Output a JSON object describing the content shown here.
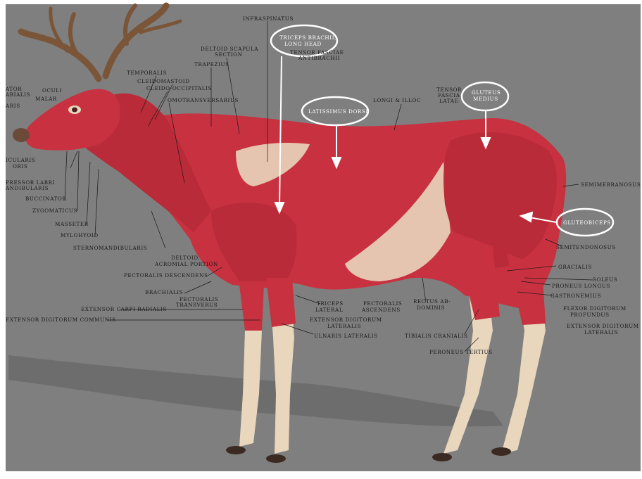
{
  "background_color": "#7f7f7f",
  "muscle_color": "#c8313f",
  "bone_color": "#e8d6bd",
  "highlight_color": "#ffffff",
  "labels": {
    "infraspinatus": "INFRASPINATUS",
    "deltoid_scapula": [
      "DELTOID SCAPULA",
      "SECTION"
    ],
    "trapezius": "TRAPEZIUS",
    "tensor_fasciae_antibrachii": [
      "TENSOR FASCIAE",
      "ANTIBRACHII"
    ],
    "temporalis": "TEMPORALIS",
    "cleidomastoid": "CLEIDOMASTOID",
    "cleido_occipitalis": "CLEIDO-OCCIPITALIS",
    "omotransversarius": "OMOTRANSVERSARIUS",
    "levator_nasolabialis": [
      "ATOR",
      "ABIALIS"
    ],
    "oculi": [
      "OCULI",
      "MALAR"
    ],
    "zygomaticus_edge": "ARIS",
    "orbicularis_oris": [
      "ICULARIS",
      "ORIS"
    ],
    "depressor_labii": [
      "PRESSOR LABRI",
      "ANDIBULARIS"
    ],
    "buccinator": "BUCCINATOR",
    "zygomaticus": "ZYGOMATICUS",
    "masseter": "MASSETER",
    "mylohyoid": "MYLOHYOID",
    "sternomandibularis": "STERNOMANDIBULARIS",
    "deltoid_acromial": [
      "DELTOID,",
      "ACROMIAL PORTION"
    ],
    "pectoralis_descendens": "PECTORALIS DESCENDENS",
    "brachialis": "BRACHIALIS",
    "pectoralis_transversus": [
      "PECTORALIS",
      "TRANSVERUS"
    ],
    "extensor_carpi_radialis": "EXTENSOR CARPI RADIALIS",
    "extensor_digitorum_communis": "EXTENSOR DIGITORUM COMMUNIS",
    "triceps_lateral": [
      "TRICEPS",
      "LATERAL"
    ],
    "pectoralis_ascendens": [
      "PECTORALIS",
      "ASCENDENS"
    ],
    "extensor_digitorum_lateralis": [
      "EXTENSOR DIGITORUM",
      "LATERALIS"
    ],
    "ulnaris_lateralis": "ULNARIS LATERALIS",
    "rectus_abdominis": [
      "RECTUS AB-",
      "DOMINIS"
    ],
    "tibialis_cranialis": "TIBIALIS CRANIALIS",
    "peroneus_tertius": "PERONEUS TERTIUS",
    "longi_illoc": "LONGI & ILLOC",
    "tensor_fasciae_latae": [
      "TENSOR",
      "FASCIA",
      "LATAE"
    ],
    "semimembranosus": "SEMIMEBRANOSUS",
    "semitendonosus": "SEMITENDONOSUS",
    "gracialis": "GRACIALIS",
    "soleus": "SOLEUS",
    "proneus_longus": "PRONEUS LONGUS",
    "gastronemius": "GASTRONEMIUS",
    "flexor_digitorum_profundus": [
      "FLEXOR DIGITORUM",
      "PROFUNDUS"
    ],
    "extensor_digitorum_lateralis_hind": [
      "EXTENSOR DIGITORUM",
      "LATERALIS"
    ]
  },
  "highlighted": {
    "triceps_brachii": [
      "TRICEPS BRACHII,",
      "LONG HEAD"
    ],
    "latissimus_dorsi": "LATISSIMUS DORSI",
    "gluteus_medius": [
      "GLUTEUS",
      "MEDIUS"
    ],
    "gluteobiceps": "GLUTEOBICEPS"
  }
}
